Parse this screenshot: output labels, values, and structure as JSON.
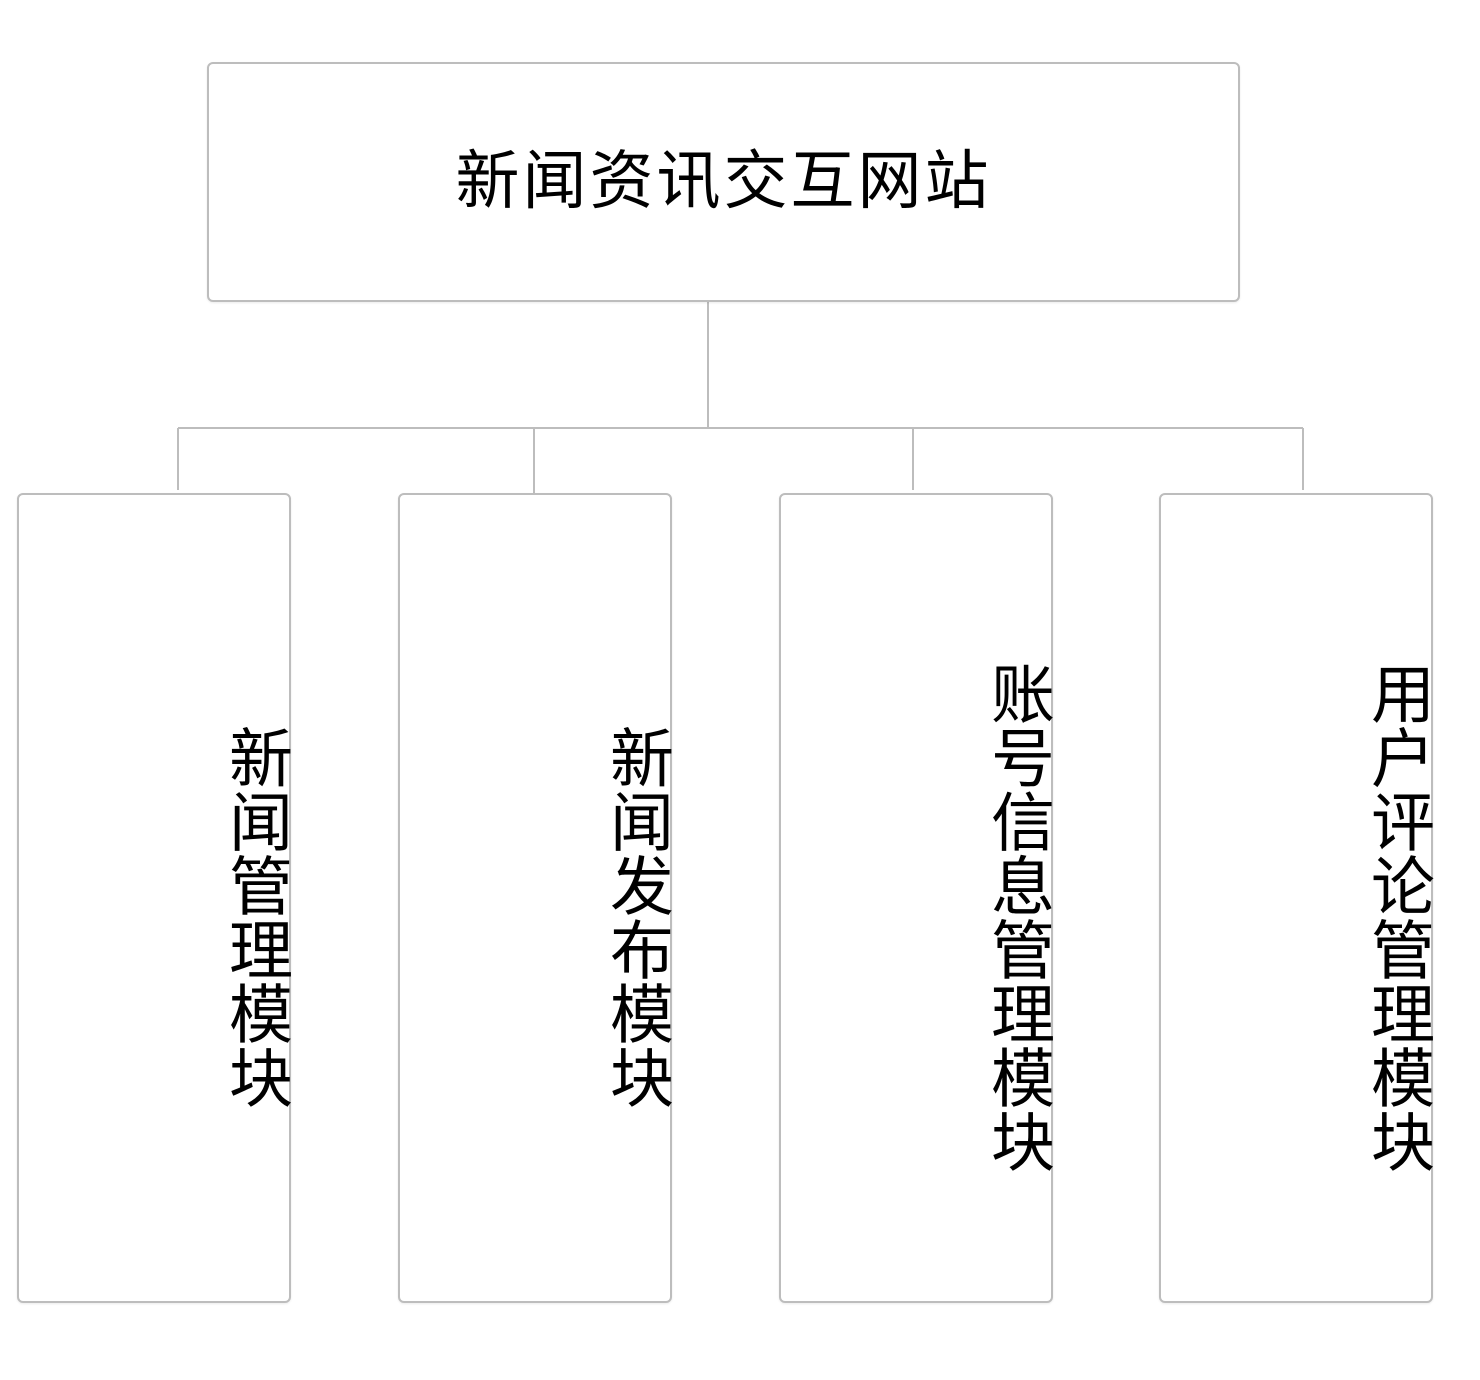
{
  "diagram": {
    "root": {
      "label": "新闻资讯交互网站"
    },
    "children": [
      {
        "label": "新闻管理模块"
      },
      {
        "label": "新闻发布模块"
      },
      {
        "label": "账号信息管理模块"
      },
      {
        "label": "用户评论管理模块"
      }
    ],
    "colors": {
      "box_border": "#bdbdbd",
      "connector": "#bdbdbd",
      "text": "#000000",
      "background": "#ffffff"
    }
  }
}
